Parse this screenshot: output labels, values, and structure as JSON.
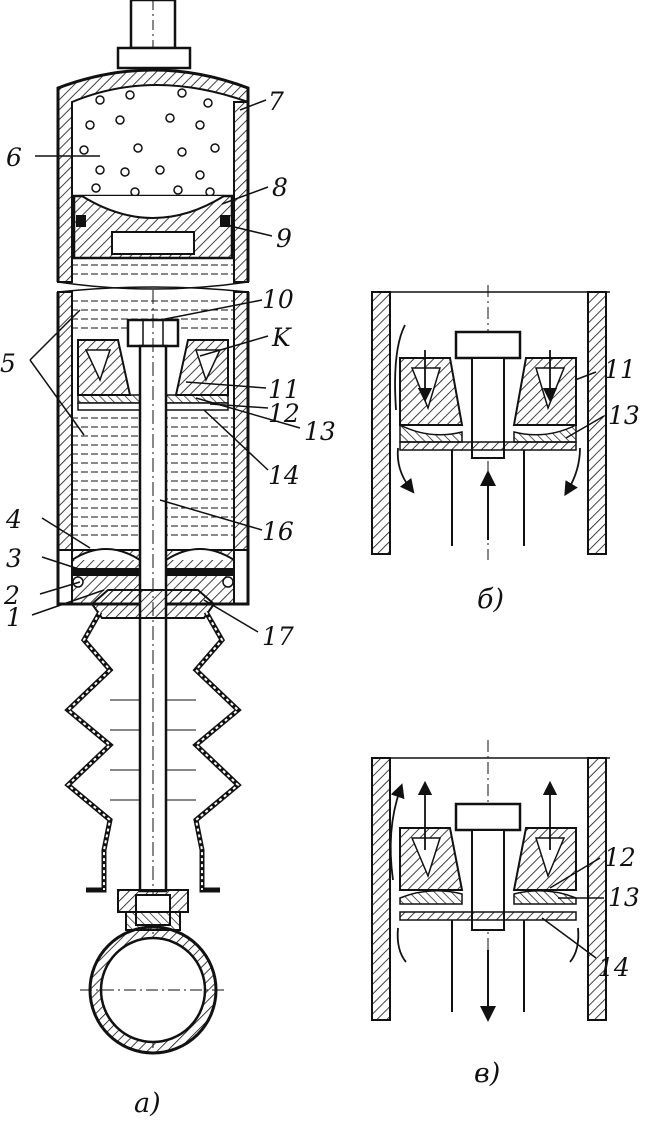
{
  "labels": {
    "l1": "1",
    "l2": "2",
    "l3": "3",
    "l4": "4",
    "l5": "5",
    "l6": "6",
    "l7": "7",
    "l8": "8",
    "l9": "9",
    "l10": "10",
    "lK": "K",
    "l11": "11",
    "l12": "12",
    "l13": "13",
    "l14": "14",
    "l16": "16",
    "l17": "17",
    "b11": "11",
    "b13": "13",
    "v12": "12",
    "v13": "13",
    "v14": "14"
  },
  "captions": {
    "a": "а)",
    "b": "б)",
    "v": "в)"
  }
}
